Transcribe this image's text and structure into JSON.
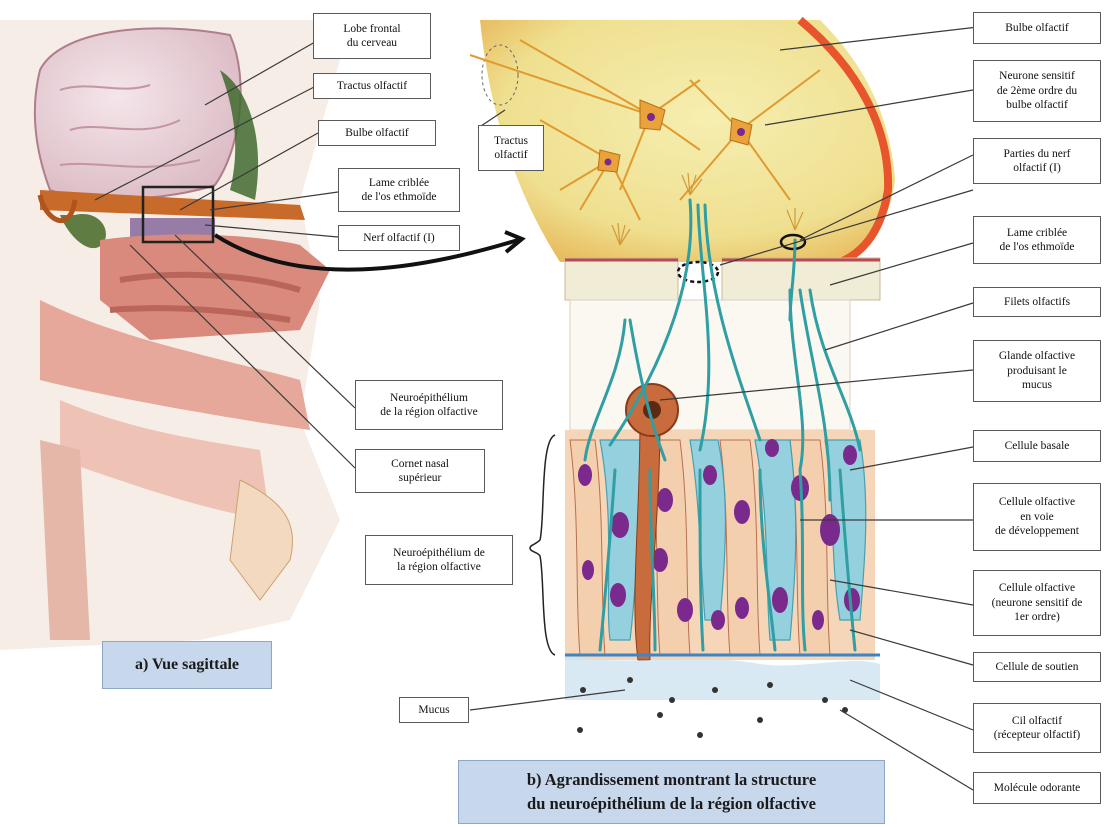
{
  "labels": {
    "lobe_frontal": [
      "Lobe frontal",
      "du cerveau"
    ],
    "tractus_left": [
      "Tractus olfactif"
    ],
    "bulbe_left": [
      "Bulbe olfactif"
    ],
    "lame_left": [
      "Lame criblée",
      "de l'os ethmoïde"
    ],
    "nerf": [
      "Nerf olfactif (I)"
    ],
    "neuroepi_left": [
      "Neuroépithélium",
      "de la région olfactive"
    ],
    "cornet": [
      "Cornet nasal",
      "supérieur"
    ],
    "tractus_mid": [
      "Tractus",
      "olfactif"
    ],
    "neuroepi_mid": [
      "Neuroépithélium de",
      "la région olfactive"
    ],
    "mucus": [
      "Mucus"
    ],
    "bulbe_right": [
      "Bulbe olfactif"
    ],
    "neurone2": [
      "Neurone sensitif",
      "de 2ème ordre du",
      "bulbe olfactif"
    ],
    "parties_nerf": [
      "Parties du nerf",
      "olfactif (I)"
    ],
    "lame_right": [
      "Lame criblée",
      "de l'os ethmoïde"
    ],
    "filets": [
      "Filets olfactifs"
    ],
    "glande": [
      "Glande olfactive",
      "produisant le",
      "mucus"
    ],
    "basale": [
      "Cellule basale"
    ],
    "cell_dev": [
      "Cellule olfactive",
      "en voie",
      "de développement"
    ],
    "cell_olf": [
      "Cellule olfactive",
      "(neurone sensitif de",
      "1er ordre)"
    ],
    "soutien": [
      "Cellule de soutien"
    ],
    "cil": [
      "Cil olfactif",
      "(récepteur olfactif)"
    ],
    "molecule": [
      "Molécule odorante"
    ]
  },
  "captions": {
    "a": [
      "a) Vue sagittale"
    ],
    "b": [
      "b) Agrandissement montrant la structure",
      "du neuroépithélium de la région olfactive"
    ]
  },
  "colors": {
    "bulb_yellow": "#f3e9a4",
    "bulb_edge": "#e8542b",
    "neuron": "#e9a33a",
    "axon_teal": "#2f9fa3",
    "support_cell": "#f4cfae",
    "basal_cell": "#8fd0df",
    "nucleus": "#7a2a8c",
    "caption_bg": "#c7d7ec"
  }
}
